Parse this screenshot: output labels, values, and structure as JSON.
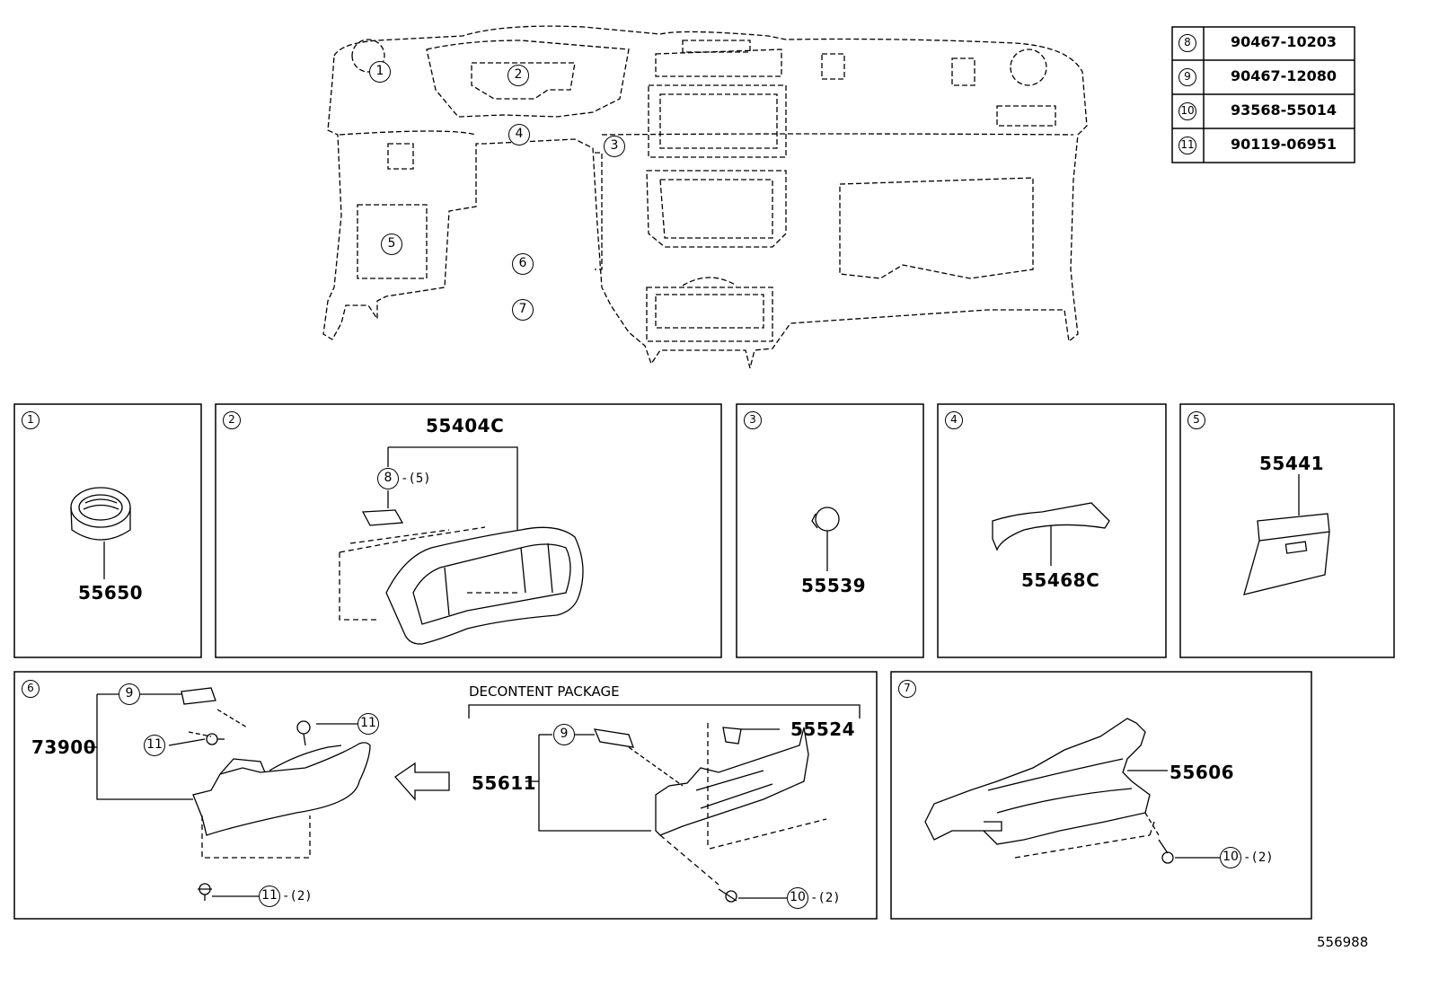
{
  "fastener_table": [
    {
      "ref": "8",
      "part": "90467-10203"
    },
    {
      "ref": "9",
      "part": "90467-12080"
    },
    {
      "ref": "10",
      "part": "93568-55014"
    },
    {
      "ref": "11",
      "part": "90119-06951"
    }
  ],
  "overview_callouts": [
    "1",
    "2",
    "3",
    "4",
    "5",
    "6",
    "7"
  ],
  "panels": {
    "p1": {
      "ref": "1",
      "part": "55650"
    },
    "p2": {
      "ref": "2",
      "part": "55404C",
      "fastener_ref": "8",
      "fastener_qty": "-(5)"
    },
    "p3": {
      "ref": "3",
      "part": "55539"
    },
    "p4": {
      "ref": "4",
      "part": "55468C"
    },
    "p5": {
      "ref": "5",
      "part": "55441"
    },
    "p6": {
      "ref": "6",
      "part": "73900",
      "clip_ref": "9",
      "bolt_ref_a": "11",
      "bolt_ref_b": "11",
      "bolt_ref_c": "11",
      "bolt_qty_c": "-(2)",
      "decontent_label": "DECONTENT PACKAGE",
      "decontent_part": "55611",
      "decontent_clip_ref": "9",
      "decontent_cap_part": "55524",
      "decontent_screw_ref": "10",
      "decontent_screw_qty": "-(2)"
    },
    "p7": {
      "ref": "7",
      "part": "55606",
      "screw_ref": "10",
      "screw_qty": "-(2)"
    }
  },
  "diagram_id": "556988"
}
